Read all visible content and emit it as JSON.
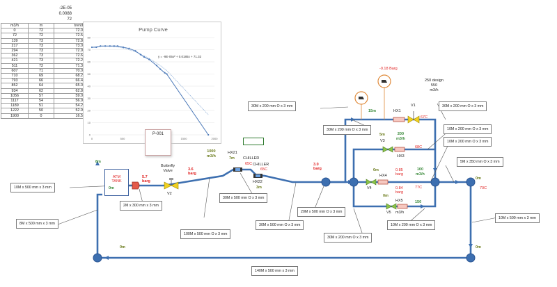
{
  "table": {
    "coef": [
      "-2E-05",
      "0.0088",
      "72"
    ],
    "headers": [
      "m3/h",
      "m",
      "trend"
    ],
    "rows": [
      [
        "0",
        "72",
        "72.0"
      ],
      [
        "72",
        "72",
        "72.5"
      ],
      [
        "139",
        "73",
        "72.8"
      ],
      [
        "217",
        "73",
        "73.0"
      ],
      [
        "294",
        "73",
        "72.9"
      ],
      [
        "362",
        "73",
        "72.6"
      ],
      [
        "421",
        "73",
        "72.2"
      ],
      [
        "511",
        "72",
        "71.3"
      ],
      [
        "607",
        "71",
        "70.0"
      ],
      [
        "710",
        "69",
        "68.2"
      ],
      [
        "793",
        "66",
        "66.4"
      ],
      [
        "852",
        "64",
        "65.0"
      ],
      [
        "934",
        "62",
        "62.8"
      ],
      [
        "1056",
        "57",
        "59.0"
      ],
      [
        "1117",
        "54",
        "56.9"
      ],
      [
        "1189",
        "51",
        "54.2"
      ],
      [
        "1222",
        "50",
        "52.9"
      ],
      [
        "1900",
        "0",
        "16.5"
      ]
    ]
  },
  "chart_data": {
    "type": "scatter",
    "title": "Pump Curve",
    "equation": "y = -9E-05x² + 0.0185x + 71.32",
    "x": [
      0,
      72,
      139,
      217,
      294,
      362,
      421,
      511,
      607,
      710,
      793,
      852,
      934,
      1056,
      1117,
      1189,
      1222,
      1900
    ],
    "y": [
      72,
      72,
      73,
      73,
      73,
      73,
      73,
      72,
      71,
      69,
      66,
      64,
      62,
      57,
      54,
      51,
      50,
      0
    ],
    "trend": [
      72.0,
      72.5,
      72.8,
      73.0,
      72.9,
      72.6,
      72.2,
      71.3,
      70.0,
      68.2,
      66.4,
      65.0,
      62.8,
      59.0,
      56.9,
      54.2,
      52.9,
      16.5
    ],
    "xlim": [
      0,
      2000
    ],
    "ylim": [
      0,
      80
    ],
    "xticks": [
      "0",
      "500",
      "1000",
      "1500",
      "2000"
    ],
    "yticks": [
      "0",
      "10",
      "20",
      "30",
      "40",
      "50",
      "60",
      "70",
      "80"
    ]
  },
  "equipment": {
    "p001": "P-001",
    "tank": [
      "ATM",
      "TANK"
    ],
    "butterfly": [
      "Butterfly",
      "Valve"
    ],
    "v2": "V2",
    "hx21": "HX21",
    "chiller_a": "CHILLER",
    "chiller_b": "CHILLER",
    "hx22": "HX22",
    "hx1": "HX1",
    "v1": "V1",
    "v3": "V3",
    "hx3": "HX3",
    "v4": "V4",
    "hx4": "HX4",
    "v5": "V5",
    "hx5": "HX5",
    "design": [
      "250 design",
      "550",
      "m3/h"
    ]
  },
  "values": {
    "elev_8m": "8m",
    "elev_0m_tank": "0m",
    "p_57": [
      "5.7",
      "barg"
    ],
    "p_36": [
      "3.6",
      "barg"
    ],
    "flow_1000": [
      "1000",
      "m3/h"
    ],
    "hx21_7m": "7m",
    "temp_65_a": "65C",
    "temp_65_b": "65C",
    "hx22_3m": "3m",
    "p_30": [
      "3.0",
      "barg"
    ],
    "p_top": "-0.18 Barg",
    "hx1_15m": "15m",
    "temp_67": "67C",
    "v3_5m": "5m",
    "flow_200": [
      "200",
      "m3/h"
    ],
    "temp_68": "68C",
    "v4_0m": "0m",
    "p_085": [
      "0.85",
      "barg"
    ],
    "flow_100": [
      "100",
      "m3/h"
    ],
    "temp_77": "77C",
    "v5_0m": "0m",
    "p_084": [
      "0.84",
      "barg"
    ],
    "flow_150": [
      "150",
      "m3/h"
    ],
    "right_0m": "0m",
    "temp_70": "70C",
    "bottom_0m_right": "0m",
    "bottom_0m_left": "0m"
  },
  "pipes": {
    "p1": "10M x 500 mm x 3 mm",
    "p2": "2M x 300 mm x 3 mm",
    "p3": "8M x 500 mm x 3 mm",
    "p4": "100M x 500 mm O x 3 mm",
    "p5": "30M x 500 mm O x 3 mm",
    "p6": "30M x 500 mm O x 3 mm",
    "p7": "20M x 500 mm O x 3 mm",
    "p8": "30M x 200 mm O x 3 mm",
    "p9": "30M x 200 mm O x 3 mm",
    "p10": "30M x 200 mm O x 3 mm",
    "p11": "30M x 200 mm O x 3 mm",
    "p12": "10M x 200 mm O x 3 mm",
    "p13": "10M x 200 mm O x 3 mm",
    "p14": "10M x 200 mm O x 3 mm",
    "p15": "5M x 350 mm O x 3 mm",
    "p16": "10M x 500 mm x 3 mm",
    "p17": "140M x 500 mm x 3 mm"
  }
}
